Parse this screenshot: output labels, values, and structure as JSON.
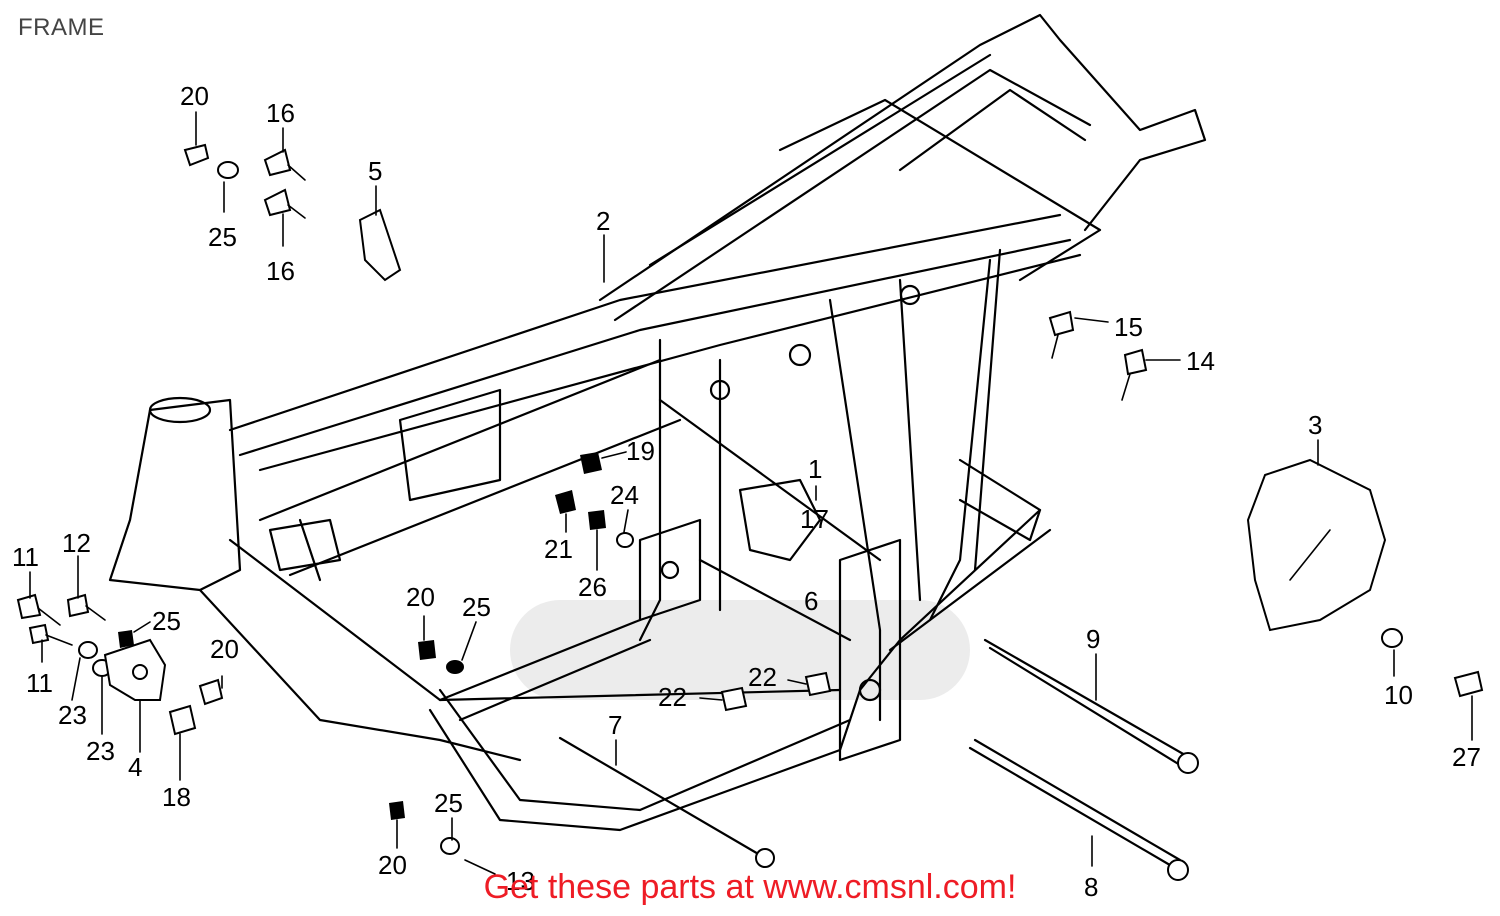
{
  "title": "FRAME",
  "footer": "Get these parts at www.cmsnl.com!",
  "colors": {
    "footer_text": "#ee1c25",
    "title_text": "#444444",
    "line": "#000000"
  },
  "callouts": [
    {
      "id": "c20a",
      "text": "20"
    },
    {
      "id": "c16a",
      "text": "16"
    },
    {
      "id": "c25a",
      "text": "25"
    },
    {
      "id": "c16b",
      "text": "16"
    },
    {
      "id": "c5",
      "text": "5"
    },
    {
      "id": "c2",
      "text": "2"
    },
    {
      "id": "c15",
      "text": "15"
    },
    {
      "id": "c14",
      "text": "14"
    },
    {
      "id": "c3",
      "text": "3"
    },
    {
      "id": "c19",
      "text": "19"
    },
    {
      "id": "c24",
      "text": "24"
    },
    {
      "id": "c21",
      "text": "21"
    },
    {
      "id": "c26",
      "text": "26"
    },
    {
      "id": "c1",
      "text": "1"
    },
    {
      "id": "c17",
      "text": "17"
    },
    {
      "id": "c6",
      "text": "6"
    },
    {
      "id": "c11a",
      "text": "11"
    },
    {
      "id": "c12",
      "text": "12"
    },
    {
      "id": "c25b",
      "text": "25"
    },
    {
      "id": "c11b",
      "text": "11"
    },
    {
      "id": "c23a",
      "text": "23"
    },
    {
      "id": "c23b",
      "text": "23"
    },
    {
      "id": "c4",
      "text": "4"
    },
    {
      "id": "c20b",
      "text": "20"
    },
    {
      "id": "c18",
      "text": "18"
    },
    {
      "id": "c20c",
      "text": "20"
    },
    {
      "id": "c25c",
      "text": "25"
    },
    {
      "id": "c9",
      "text": "9"
    },
    {
      "id": "c22a",
      "text": "22"
    },
    {
      "id": "c22b",
      "text": "22"
    },
    {
      "id": "c7",
      "text": "7"
    },
    {
      "id": "c10",
      "text": "10"
    },
    {
      "id": "c27",
      "text": "27"
    },
    {
      "id": "c25d",
      "text": "25"
    },
    {
      "id": "c20d",
      "text": "20"
    },
    {
      "id": "c13",
      "text": "13"
    },
    {
      "id": "c8",
      "text": "8"
    }
  ]
}
